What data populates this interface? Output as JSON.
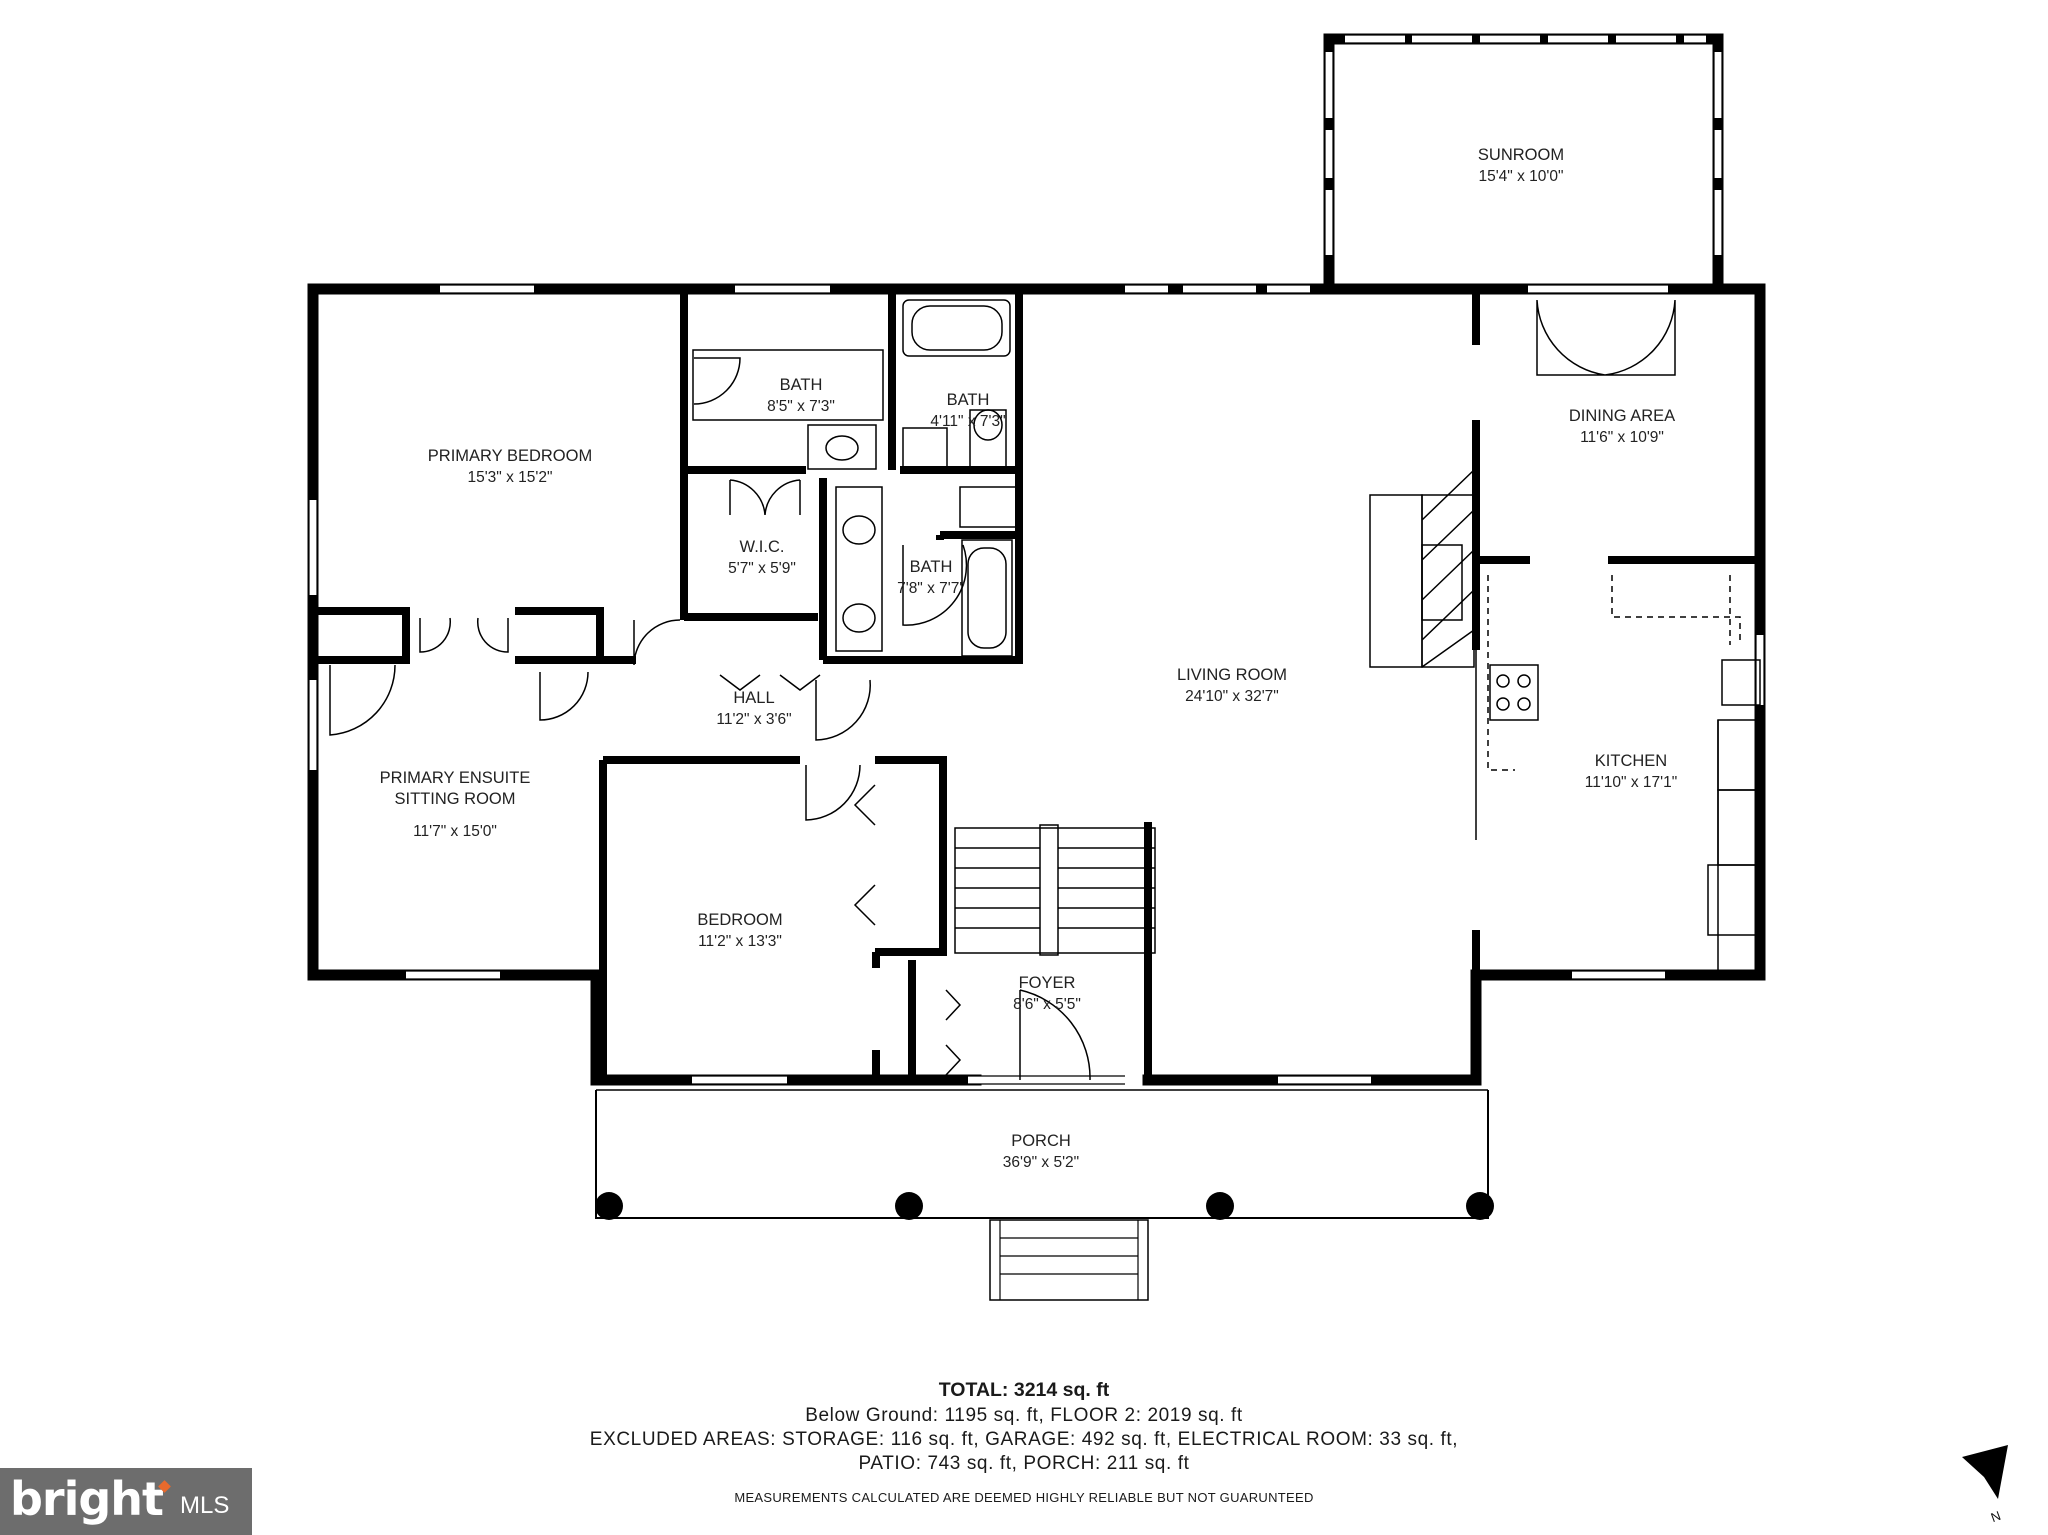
{
  "rooms": {
    "sunroom": {
      "name": "SUNROOM",
      "dims": "15'4\" x 10'0\""
    },
    "primary_bedroom": {
      "name": "PRIMARY BEDROOM",
      "dims": "15'3\" x 15'2\""
    },
    "bath_1": {
      "name": "BATH",
      "dims": "8'5\" x 7'3\""
    },
    "bath_2": {
      "name": "BATH",
      "dims": "4'11\" x 7'3\""
    },
    "bath_3": {
      "name": "BATH",
      "dims": "7'8\" x 7'7\""
    },
    "dining_area": {
      "name": "DINING AREA",
      "dims": "11'6\" x 10'9\""
    },
    "wic": {
      "name": "W.I.C.",
      "dims": "5'7\" x 5'9\""
    },
    "living_room": {
      "name": "LIVING ROOM",
      "dims": "24'10\" x 32'7\""
    },
    "hall": {
      "name": "HALL",
      "dims": "11'2\" x 3'6\""
    },
    "sitting_room": {
      "name_line1": "PRIMARY ENSUITE",
      "name_line2": "SITTING ROOM",
      "dims": "11'7\" x 15'0\""
    },
    "kitchen": {
      "name": "KITCHEN",
      "dims": "11'10\" x 17'1\""
    },
    "bedroom": {
      "name": "BEDROOM",
      "dims": "11'2\" x 13'3\""
    },
    "foyer": {
      "name": "FOYER",
      "dims": "8'6\" x 5'5\""
    },
    "porch": {
      "name": "PORCH",
      "dims": "36'9\" x 5'2\""
    }
  },
  "summary": {
    "total": "TOTAL: 3214 sq. ft",
    "below": "Below Ground: 1195 sq. ft, FLOOR 2: 2019 sq. ft",
    "excluded_line1": "EXCLUDED AREAS: STORAGE: 116 sq. ft, GARAGE: 492 sq. ft, ELECTRICAL ROOM: 33 sq. ft,",
    "excluded_line2": "PATIO: 743 sq. ft, PORCH: 211 sq. ft",
    "disclaimer": "MEASUREMENTS CALCULATED ARE DEEMED HIGHLY RELIABLE BUT NOT GUARUNTEED"
  },
  "branding": {
    "name": "bright",
    "sub": "MLS"
  },
  "compass": {
    "label": "N",
    "icon": "north-arrow-icon"
  },
  "colors": {
    "wall": "#000000",
    "brand_bg": "#6d6d6d",
    "brand_accent": "#e86a2d"
  }
}
